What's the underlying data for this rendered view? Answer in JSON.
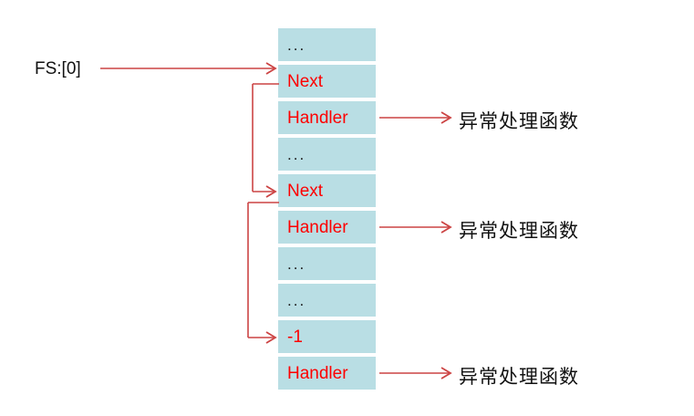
{
  "diagram": {
    "title": "SEH exception handler chain",
    "colors": {
      "cell_fill": "#b9dee4",
      "accent_red": "#fe0000",
      "wire_red": "#cc4444",
      "text_dark": "#111111",
      "background": "#ffffff"
    },
    "source_label": {
      "text": "FS:[0]",
      "target": "first Next cell"
    },
    "cells": [
      {
        "index": 0,
        "label": "...",
        "style": "dark",
        "name": "cell-ellipsis-1"
      },
      {
        "index": 1,
        "label": "Next",
        "style": "red",
        "name": "cell-next-1"
      },
      {
        "index": 2,
        "label": "Handler",
        "style": "red",
        "name": "cell-handler-1"
      },
      {
        "index": 3,
        "label": "...",
        "style": "dark",
        "name": "cell-ellipsis-2"
      },
      {
        "index": 4,
        "label": "Next",
        "style": "red",
        "name": "cell-next-2"
      },
      {
        "index": 5,
        "label": "Handler",
        "style": "red",
        "name": "cell-handler-2"
      },
      {
        "index": 6,
        "label": "...",
        "style": "dark",
        "name": "cell-ellipsis-3"
      },
      {
        "index": 7,
        "label": "...",
        "style": "dark",
        "name": "cell-ellipsis-4"
      },
      {
        "index": 8,
        "label": "-1",
        "style": "red",
        "name": "cell-terminator"
      },
      {
        "index": 9,
        "label": "Handler",
        "style": "red",
        "name": "cell-handler-3"
      }
    ],
    "handler_targets": [
      {
        "index": 0,
        "text": "异常处理函数",
        "from": "cell-handler-1"
      },
      {
        "index": 1,
        "text": "异常处理函数",
        "from": "cell-handler-2"
      },
      {
        "index": 2,
        "text": "异常处理函数",
        "from": "cell-handler-3"
      }
    ],
    "links": [
      {
        "from": "cell-next-1",
        "to": "cell-next-2",
        "name": "link-next1-to-next2"
      },
      {
        "from": "cell-next-2",
        "to": "cell-terminator",
        "name": "link-next2-to-terminator"
      }
    ]
  }
}
